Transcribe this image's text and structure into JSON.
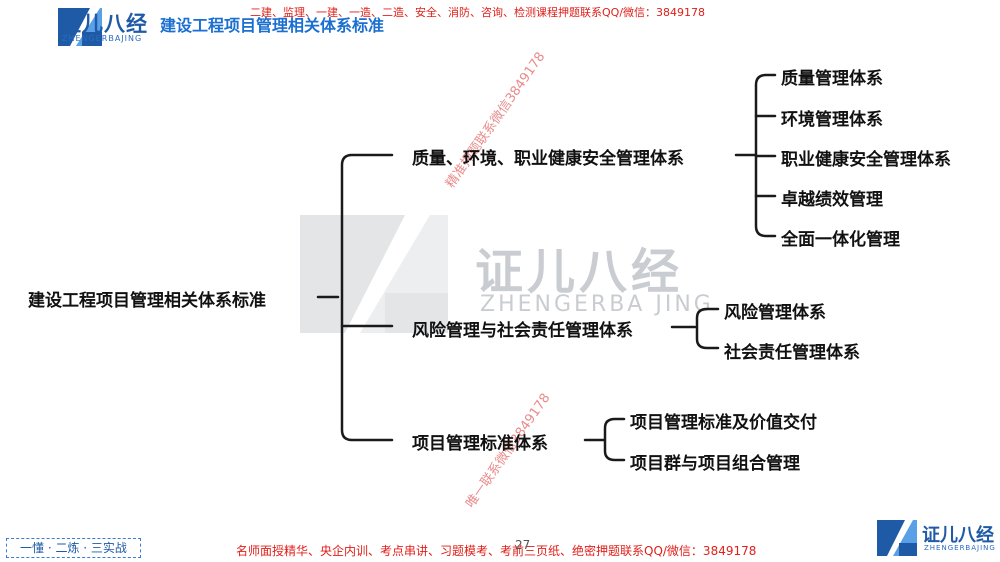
{
  "header": {
    "logo_text": "证儿八经",
    "logo_sub": "ZHENGERBAJING",
    "title": "建设工程项目管理相关体系标准",
    "ad": "二建、监理、一建、一造、二造、安全、消防、咨询、检测课程押题联系QQ/微信：3849178"
  },
  "watermark": {
    "text": "证儿八经",
    "sub": "ZHENGERBA JING",
    "diag1": "精准押题联系微信3849178",
    "diag2": "唯一联系微信3849178"
  },
  "tree": {
    "root": "建设工程项目管理相关体系标准",
    "branches": [
      {
        "label": "质量、环境、职业健康安全管理体系",
        "children": [
          "质量管理体系",
          "环境管理体系",
          "职业健康安全管理体系",
          "卓越绩效管理",
          "全面一体化管理"
        ]
      },
      {
        "label": "风险管理与社会责任管理体系",
        "children": [
          "风险管理体系",
          "社会责任管理体系"
        ]
      },
      {
        "label": "项目管理标准体系",
        "children": [
          "项目管理标准及价值交付",
          "项目群与项目组合管理"
        ]
      }
    ]
  },
  "footer": {
    "slogan": "一懂 · 二炼 · 三实战",
    "ad": "名师面授精华、央企内训、考点串讲、习题模考、考前三页纸、绝密押题联系QQ/微信：3849178",
    "page": "27",
    "logo_text": "证儿八经",
    "logo_sub": "ZHENGERBAJING"
  },
  "colors": {
    "brand_blue": "#1f5aa6",
    "title_blue": "#1a6fd0",
    "ad_red": "#e0201b",
    "line": "#1a1a1a"
  }
}
